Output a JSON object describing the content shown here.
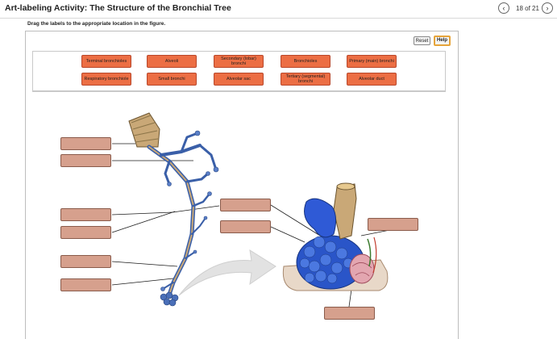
{
  "header": {
    "title": "Art-labeling Activity: The Structure of the Bronchial Tree",
    "prev_icon": "chevron-left-icon",
    "next_icon": "chevron-right-icon",
    "page_count": "18 of 21"
  },
  "instructions": "Drag the labels to the appropriate location in the figure.",
  "controls": {
    "reset_label": "Reset",
    "help_label": "Help"
  },
  "labels": [
    "Terminal bronchioles",
    "Alveoli",
    "Secondary (lobar) bronchi",
    "Bronchioles",
    "Primary (main) bronchi",
    "Respiratory bronchiole",
    "Small bronchi",
    "Alveolar sac",
    "Tertiary (segmental) bronchi",
    "Alveolar duct"
  ],
  "colors": {
    "label_chip": "#ec6e44",
    "drop_target": "#d6a08d",
    "help_border": "#e6a43a",
    "airway_tan": "#c9a877",
    "airway_blue": "#3a5fa8"
  }
}
